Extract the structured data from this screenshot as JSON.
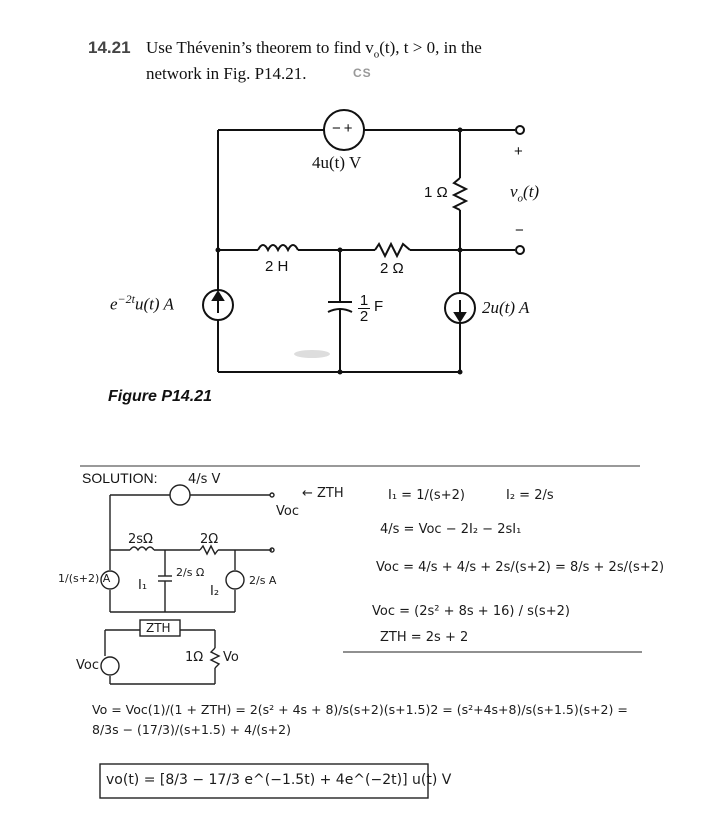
{
  "problem": {
    "number": "14.21",
    "line1": "Use Thévenin’s theorem to find v",
    "line1_tail": "(t), t > 0, in the",
    "line2": "network in Fig. P14.21.",
    "cs_tag": "CS"
  },
  "figure": {
    "caption": "Figure P14.21",
    "src_top_label": "4u(t) V",
    "r_right_label": "1 Ω",
    "vo_label": "v",
    "vo_sub": "o",
    "vo_tail": "(t)",
    "plus": "+",
    "minus": "−",
    "inductor_label": "2 H",
    "r_mid_label": "2 Ω",
    "cap_label_num": "1",
    "cap_label_den": "2",
    "cap_unit": "F",
    "left_source_label": "e",
    "left_source_exp": "−2t",
    "left_source_tail": "u(t) A",
    "right_source_label": "2u(t) A"
  },
  "solution": {
    "heading": "SOLUTION:",
    "eq_i1": "I₁ = 1/(s+2)",
    "eq_i2": "I₂ = 2/s",
    "eq_kvl": "4/s = Voc − 2I₂ − 2sI₁",
    "eq_voc1": "Voc = 4/s + 4/s + 2s/(s+2) = 8/s + 2s/(s+2)",
    "eq_voc2": "Voc = (2s² + 8s + 16) / s(s+2)",
    "eq_zth": "ZTH = 2s + 2",
    "eq_vo": "Vo = Voc(1)/(1 + ZTH) = 2(s² + 4s + 8)/s(s+2)(s+1.5)2 = (s²+4s+8)/s(s+1.5)(s+2) = 8/3s − (17/3)/(s+1.5) + 4/(s+2)",
    "final": "vo(t) = [8/3 − 17/3 e^(−1.5t) + 4e^(−2t)] u(t) V",
    "sketch_src": "4/s V",
    "sketch_voc": "Voc",
    "sketch_zth": "← ZTH",
    "sketch_2s": "2sΩ",
    "sketch_2": "2Ω",
    "sketch_2s_cap": "2/s Ω",
    "sketch_i1": "I₁",
    "sketch_i2": "I₂",
    "sketch_src_l": "1/(s+2) A",
    "sketch_src_r": "2/s A",
    "sketch_th_box": "ZTH",
    "sketch_th_voc": "Voc",
    "sketch_th_r": "1Ω",
    "sketch_th_vo": "Vo"
  }
}
